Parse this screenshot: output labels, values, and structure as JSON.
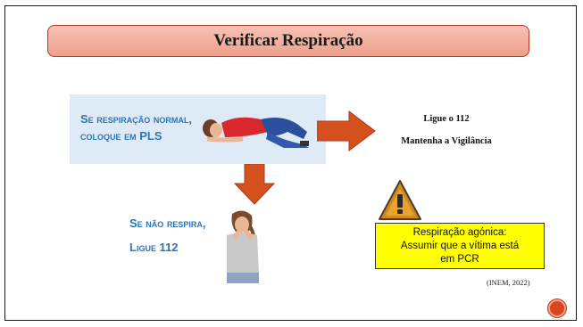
{
  "slide": {
    "title": "Verificar Respiração",
    "normal_breathing": {
      "line1": "Se respiração normal,",
      "line2": "coloque em PLS"
    },
    "no_breathing": {
      "line1": "Se não respira,",
      "line2": "Ligue 112"
    },
    "actions": {
      "line1": "Ligue o 112",
      "line2": "Mantenha a Vigilância"
    },
    "warning": {
      "line1": "Respiração agónica:",
      "line2": "Assumir que a vítima está",
      "line3": "em PCR"
    },
    "citation": "(INEM, 2022)"
  },
  "colors": {
    "title_bg": "#f4b1a0",
    "title_border": "#b23a1e",
    "arrow": "#d4511e",
    "blue_box": "#deebf7",
    "accent_text": "#2e75b6",
    "warning_bg": "#ffff00",
    "warning_icon": "#d38a1c"
  },
  "icons": [
    "recovery-position-figure",
    "distressed-person-figure",
    "warning-triangle-icon",
    "next-slide-circle-icon"
  ]
}
